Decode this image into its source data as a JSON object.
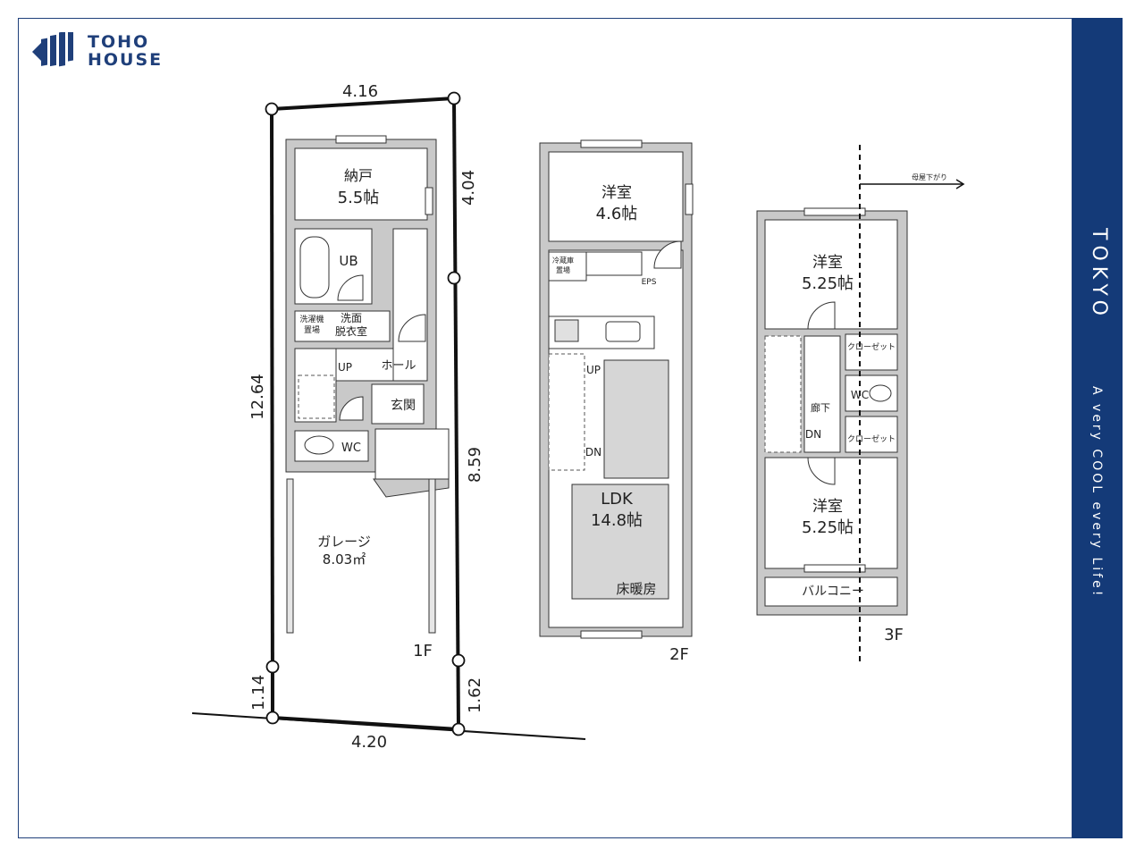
{
  "brand": {
    "name_line1": "TOHO",
    "name_line2": "HOUSE",
    "color": "#1f3f7a"
  },
  "sidebar": {
    "city": "TOKYO",
    "slogan": "A very COOL every Life!",
    "color": "#143a78"
  },
  "site": {
    "top_width": "4.16",
    "bottom_width": "4.20",
    "left_length": "12.64",
    "left_short": "1.14",
    "right_upper": "4.04",
    "right_middle": "8.59",
    "right_short": "1.62"
  },
  "floor1": {
    "label": "1F",
    "storage": "納戸",
    "storage_size": "5.5帖",
    "bath": "UB",
    "laundry_1": "洗濯機",
    "laundry_2": "置場",
    "washroom_1": "洗面",
    "washroom_2": "脱衣室",
    "hall": "ホール",
    "up": "UP",
    "entrance": "玄関",
    "wc": "WC",
    "garage": "ガレージ",
    "garage_size": "8.03㎡"
  },
  "floor2": {
    "label": "2F",
    "room": "洋室",
    "room_size": "4.6帖",
    "storage_1": "冷蔵庫",
    "storage_2": "置場",
    "eps": "EPS",
    "up": "UP",
    "dn": "DN",
    "ldk": "LDK",
    "ldk_size": "14.8帖",
    "floor_heating": "床暖房"
  },
  "floor3": {
    "label": "3F",
    "roof_note": "母屋下がり",
    "room_a": "洋室",
    "room_a_size": "5.25帖",
    "closet_top": "クローゼット",
    "closet_bottom": "クローゼット",
    "wc": "WC",
    "corridor": "廊下",
    "dn": "DN",
    "room_b": "洋室",
    "room_b_size": "5.25帖",
    "balcony": "バルコニー"
  }
}
